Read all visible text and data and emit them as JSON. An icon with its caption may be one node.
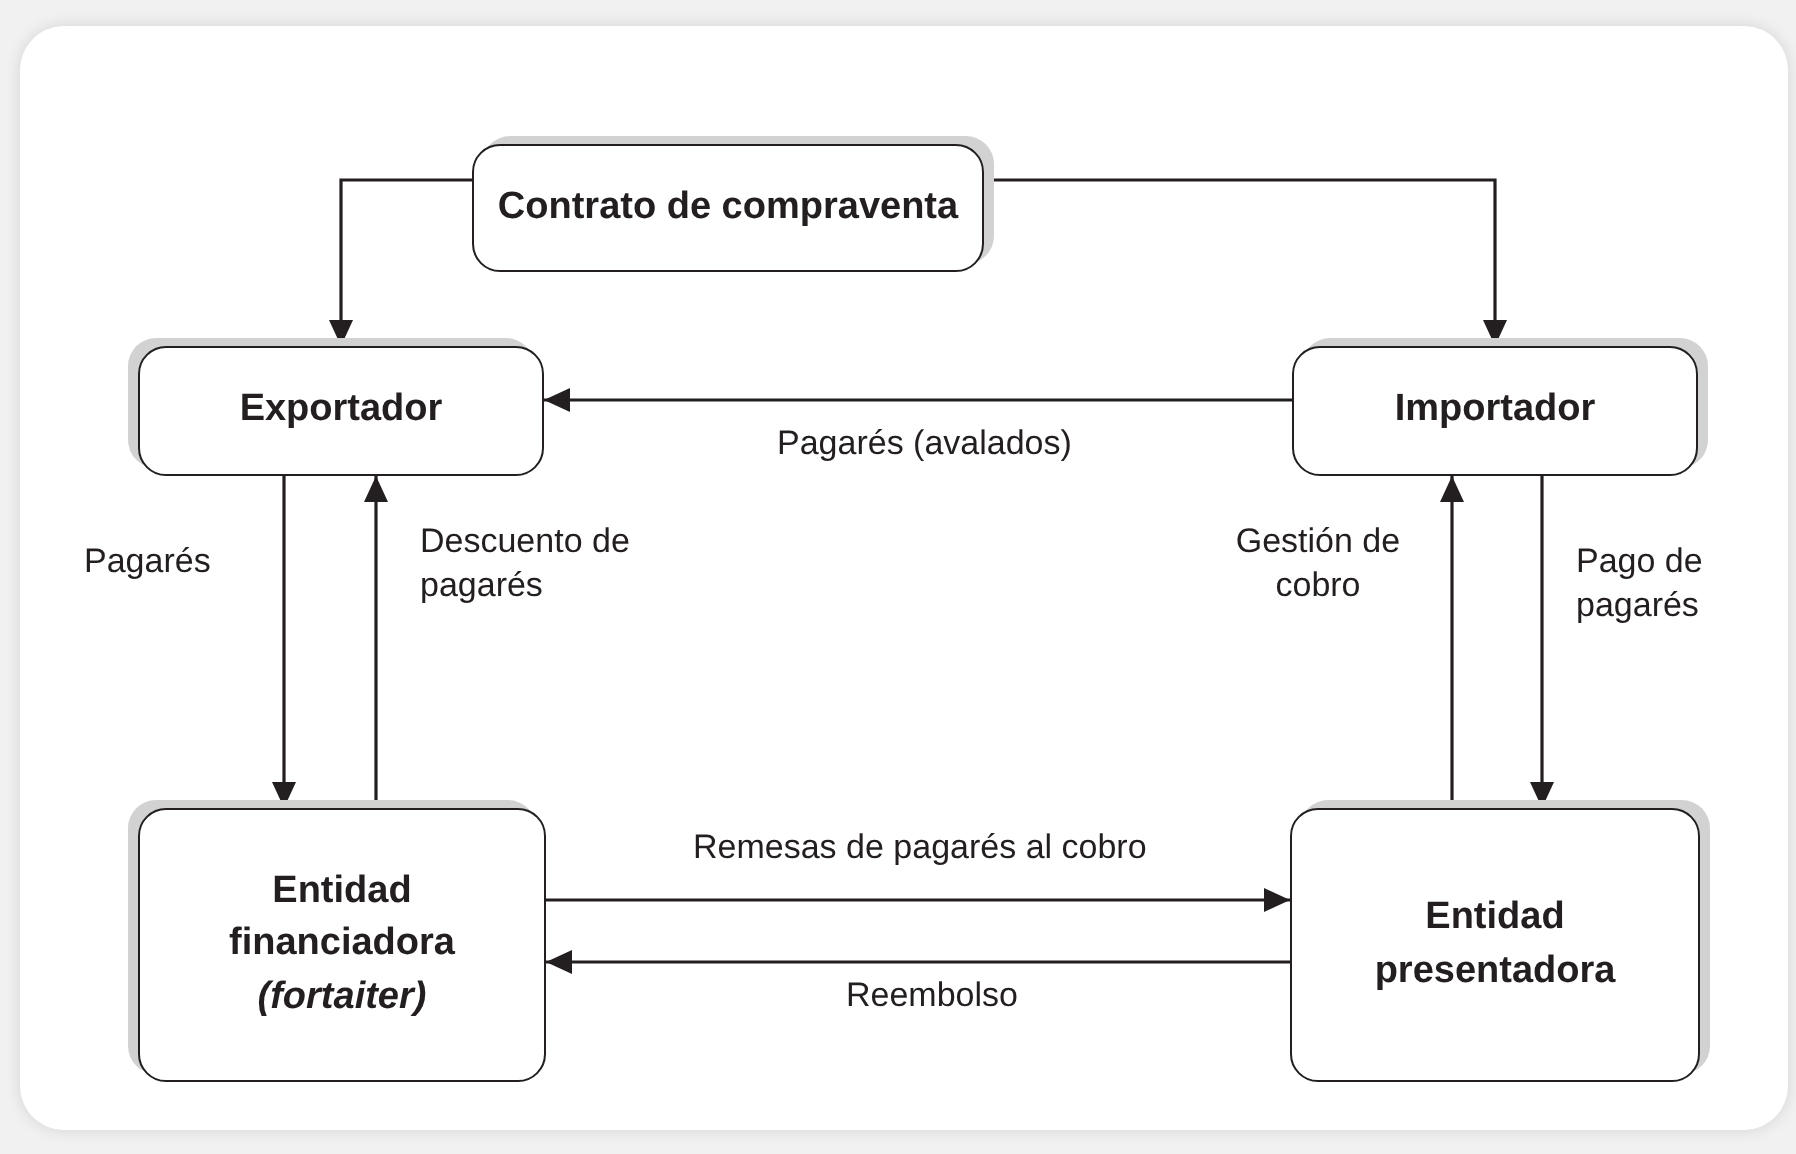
{
  "diagram": {
    "nodes": [
      {
        "text": [
          "Contrato de compraventa"
        ]
      },
      {
        "text": [
          "Exportador"
        ]
      },
      {
        "text": [
          "Importador"
        ]
      },
      {
        "text": [
          "Entidad financiadora *(fortaiter)*"
        ]
      },
      {
        "text": [
          "Entidad presentadora"
        ]
      }
    ],
    "edges": [
      {
        "from": 0,
        "to": 1,
        "arrow": "to"
      },
      {
        "from": 0,
        "to": 2,
        "arrow": "to"
      },
      {
        "from": 2,
        "to": 1,
        "arrow": "to",
        "label": "Pagarés (avalados)"
      },
      {
        "from": 1,
        "to": 3,
        "arrow": "to",
        "label": "Pagarés"
      },
      {
        "from": 3,
        "to": 1,
        "arrow": "to",
        "label": "Descuento de pagarés"
      },
      {
        "from": 4,
        "to": 2,
        "arrow": "to",
        "label": "Gestión de cobro"
      },
      {
        "from": 2,
        "to": 4,
        "arrow": "to",
        "label": "Pago de pagarés"
      },
      {
        "from": 3,
        "to": 4,
        "arrow": "to",
        "label": "Remesas de pagarés al cobro"
      },
      {
        "from": 4,
        "to": 3,
        "arrow": "to",
        "label": "Reembolso"
      }
    ]
  }
}
